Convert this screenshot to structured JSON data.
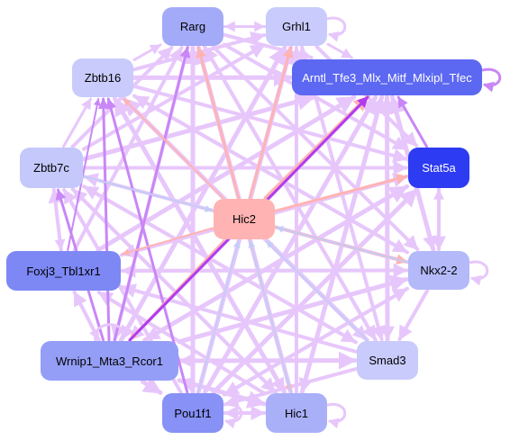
{
  "nodes": [
    {
      "id": "rarg",
      "label": "Rarg",
      "fill": "#a3aaf7",
      "text_color": "#000000"
    },
    {
      "id": "grhl1",
      "label": "Grhl1",
      "fill": "#c8cbfb",
      "text_color": "#000000"
    },
    {
      "id": "amtl",
      "label": "Arntl_Tfe3_Mlx_Mitf_Mlxipl_Tfec",
      "fill": "#5c68f2",
      "text_color": "#ffffff"
    },
    {
      "id": "zbtb16",
      "label": "Zbtb16",
      "fill": "#c8cbfb",
      "text_color": "#000000"
    },
    {
      "id": "zbtb7c",
      "label": "Zbtb7c",
      "fill": "#c5c8fb",
      "text_color": "#000000"
    },
    {
      "id": "stat5a",
      "label": "Stat5a",
      "fill": "#2d3bf2",
      "text_color": "#ffffff"
    },
    {
      "id": "hic2",
      "label": "Hic2",
      "fill": "#ffb3b3",
      "text_color": "#000000"
    },
    {
      "id": "foxj3",
      "label": "Foxj3_Tbl1xr1",
      "fill": "#7d88f5",
      "text_color": "#000000"
    },
    {
      "id": "nkx22",
      "label": "Nkx2-2",
      "fill": "#b3b9f9",
      "text_color": "#000000"
    },
    {
      "id": "wrnip1",
      "label": "Wrnip1_Mta3_Rcor1",
      "fill": "#959ef7",
      "text_color": "#000000"
    },
    {
      "id": "smad3",
      "label": "Smad3",
      "fill": "#c8cbfb",
      "text_color": "#000000"
    },
    {
      "id": "pou1f1",
      "label": "Pou1f1",
      "fill": "#8791f6",
      "text_color": "#000000"
    },
    {
      "id": "hic1",
      "label": "Hic1",
      "fill": "#a9b0f8",
      "text_color": "#000000"
    }
  ],
  "edges": [
    {
      "from": "hic2",
      "to": "rarg",
      "color": "#ffb3b3",
      "weight": 3
    },
    {
      "from": "hic2",
      "to": "grhl1",
      "color": "#ffb3b3",
      "weight": 3
    },
    {
      "from": "hic2",
      "to": "amtl",
      "color": "#ffb3b3",
      "weight": 4
    },
    {
      "from": "hic2",
      "to": "zbtb16",
      "color": "#ffb3b3",
      "weight": 2
    },
    {
      "from": "hic2",
      "to": "stat5a",
      "color": "#ffb3b3",
      "weight": 3
    },
    {
      "from": "hic2",
      "to": "nkx22",
      "color": "#ffb3b3",
      "weight": 3
    },
    {
      "from": "hic2",
      "to": "foxj3",
      "color": "#ffb3b3",
      "weight": 2
    },
    {
      "from": "hic2",
      "to": "wrnip1",
      "color": "#ffb3b3",
      "weight": 2
    },
    {
      "from": "hic2",
      "to": "hic1",
      "color": "#ffb3b3",
      "weight": 2
    },
    {
      "from": "zbtb7c",
      "to": "hic2",
      "color": "#c4cdf6",
      "weight": 2
    },
    {
      "from": "nkx22",
      "to": "hic2",
      "color": "#c4cdf6",
      "weight": 2
    },
    {
      "from": "pou1f1",
      "to": "hic2",
      "color": "#c4cdf6",
      "weight": 2
    },
    {
      "from": "hic1",
      "to": "hic2",
      "color": "#c4cdf6",
      "weight": 2
    },
    {
      "from": "smad3",
      "to": "hic2",
      "color": "#c4cdf6",
      "weight": 2
    },
    {
      "from": "wrnip1",
      "to": "amtl",
      "color": "#b23bf0",
      "weight": 3
    },
    {
      "from": "wrnip1",
      "to": "rarg",
      "color": "#c986f7",
      "weight": 3
    },
    {
      "from": "wrnip1",
      "to": "zbtb16",
      "color": "#c986f7",
      "weight": 3
    },
    {
      "from": "wrnip1",
      "to": "zbtb7c",
      "color": "#c986f7",
      "weight": 3
    },
    {
      "from": "foxj3",
      "to": "zbtb16",
      "color": "#c986f7",
      "weight": 2
    },
    {
      "from": "pou1f1",
      "to": "zbtb16",
      "color": "#c986f7",
      "weight": 3
    },
    {
      "from": "stat5a",
      "to": "amtl",
      "color": "#c986f7",
      "weight": 3
    },
    {
      "from": "wrnip1",
      "to": "grhl1",
      "color": "#e7c7fb",
      "weight": 5
    },
    {
      "from": "wrnip1",
      "to": "stat5a",
      "color": "#e7c7fb",
      "weight": 5
    },
    {
      "from": "wrnip1",
      "to": "nkx22",
      "color": "#e7c7fb",
      "weight": 5
    },
    {
      "from": "wrnip1",
      "to": "smad3",
      "color": "#e7c7fb",
      "weight": 5
    },
    {
      "from": "wrnip1",
      "to": "hic1",
      "color": "#e7c7fb",
      "weight": 5
    },
    {
      "from": "wrnip1",
      "to": "pou1f1",
      "color": "#e7c7fb",
      "weight": 5
    },
    {
      "from": "wrnip1",
      "to": "foxj3",
      "color": "#e7c7fb",
      "weight": 4
    },
    {
      "from": "pou1f1",
      "to": "amtl",
      "color": "#e7c7fb",
      "weight": 5
    },
    {
      "from": "pou1f1",
      "to": "grhl1",
      "color": "#e7c7fb",
      "weight": 5
    },
    {
      "from": "pou1f1",
      "to": "rarg",
      "color": "#e7c7fb",
      "weight": 5
    },
    {
      "from": "pou1f1",
      "to": "stat5a",
      "color": "#e7c7fb",
      "weight": 5
    },
    {
      "from": "pou1f1",
      "to": "nkx22",
      "color": "#e7c7fb",
      "weight": 4
    },
    {
      "from": "pou1f1",
      "to": "zbtb7c",
      "color": "#e7c7fb",
      "weight": 4
    },
    {
      "from": "pou1f1",
      "to": "hic1",
      "color": "#e7c7fb",
      "weight": 4
    },
    {
      "from": "hic1",
      "to": "amtl",
      "color": "#e7c7fb",
      "weight": 5
    },
    {
      "from": "hic1",
      "to": "rarg",
      "color": "#e7c7fb",
      "weight": 5
    },
    {
      "from": "hic1",
      "to": "zbtb16",
      "color": "#e7c7fb",
      "weight": 5
    },
    {
      "from": "hic1",
      "to": "zbtb7c",
      "color": "#e7c7fb",
      "weight": 4
    },
    {
      "from": "hic1",
      "to": "grhl1",
      "color": "#e7c7fb",
      "weight": 4
    },
    {
      "from": "hic1",
      "to": "foxj3",
      "color": "#e7c7fb",
      "weight": 4
    },
    {
      "from": "hic1",
      "to": "wrnip1",
      "color": "#e7c7fb",
      "weight": 4
    },
    {
      "from": "smad3",
      "to": "amtl",
      "color": "#e7c7fb",
      "weight": 5
    },
    {
      "from": "smad3",
      "to": "zbtb16",
      "color": "#e7c7fb",
      "weight": 5
    },
    {
      "from": "smad3",
      "to": "rarg",
      "color": "#e7c7fb",
      "weight": 4
    },
    {
      "from": "smad3",
      "to": "zbtb7c",
      "color": "#e7c7fb",
      "weight": 4
    },
    {
      "from": "smad3",
      "to": "foxj3",
      "color": "#e7c7fb",
      "weight": 4
    },
    {
      "from": "smad3",
      "to": "wrnip1",
      "color": "#e7c7fb",
      "weight": 4
    },
    {
      "from": "smad3",
      "to": "pou1f1",
      "color": "#e7c7fb",
      "weight": 4
    },
    {
      "from": "nkx22",
      "to": "amtl",
      "color": "#e7c7fb",
      "weight": 5
    },
    {
      "from": "nkx22",
      "to": "zbtb16",
      "color": "#e7c7fb",
      "weight": 4
    },
    {
      "from": "nkx22",
      "to": "zbtb7c",
      "color": "#e7c7fb",
      "weight": 4
    },
    {
      "from": "nkx22",
      "to": "foxj3",
      "color": "#e7c7fb",
      "weight": 4
    },
    {
      "from": "nkx22",
      "to": "pou1f1",
      "color": "#e7c7fb",
      "weight": 4
    },
    {
      "from": "nkx22",
      "to": "smad3",
      "color": "#e7c7fb",
      "weight": 4
    },
    {
      "from": "nkx22",
      "to": "stat5a",
      "color": "#e7c7fb",
      "weight": 3
    },
    {
      "from": "foxj3",
      "to": "amtl",
      "color": "#e7c7fb",
      "weight": 5
    },
    {
      "from": "foxj3",
      "to": "rarg",
      "color": "#e7c7fb",
      "weight": 4
    },
    {
      "from": "foxj3",
      "to": "stat5a",
      "color": "#e7c7fb",
      "weight": 4
    },
    {
      "from": "foxj3",
      "to": "nkx22",
      "color": "#e7c7fb",
      "weight": 4
    },
    {
      "from": "foxj3",
      "to": "zbtb7c",
      "color": "#e7c7fb",
      "weight": 4
    },
    {
      "from": "foxj3",
      "to": "wrnip1",
      "color": "#e7c7fb",
      "weight": 3
    },
    {
      "from": "zbtb7c",
      "to": "amtl",
      "color": "#e7c7fb",
      "weight": 5
    },
    {
      "from": "zbtb7c",
      "to": "rarg",
      "color": "#e7c7fb",
      "weight": 4
    },
    {
      "from": "zbtb7c",
      "to": "grhl1",
      "color": "#e7c7fb",
      "weight": 4
    },
    {
      "from": "zbtb7c",
      "to": "stat5a",
      "color": "#e7c7fb",
      "weight": 4
    },
    {
      "from": "zbtb7c",
      "to": "smad3",
      "color": "#e7c7fb",
      "weight": 4
    },
    {
      "from": "zbtb7c",
      "to": "hic1",
      "color": "#e7c7fb",
      "weight": 4
    },
    {
      "from": "zbtb7c",
      "to": "zbtb16",
      "color": "#e7c7fb",
      "weight": 3
    },
    {
      "from": "zbtb7c",
      "to": "foxj3",
      "color": "#e7c7fb",
      "weight": 3
    },
    {
      "from": "zbtb16",
      "to": "amtl",
      "color": "#e7c7fb",
      "weight": 5
    },
    {
      "from": "zbtb16",
      "to": "grhl1",
      "color": "#e7c7fb",
      "weight": 4
    },
    {
      "from": "zbtb16",
      "to": "stat5a",
      "color": "#e7c7fb",
      "weight": 4
    },
    {
      "from": "zbtb16",
      "to": "nkx22",
      "color": "#e7c7fb",
      "weight": 4
    },
    {
      "from": "zbtb16",
      "to": "smad3",
      "color": "#e7c7fb",
      "weight": 4
    },
    {
      "from": "zbtb16",
      "to": "hic1",
      "color": "#e7c7fb",
      "weight": 4
    },
    {
      "from": "zbtb16",
      "to": "rarg",
      "color": "#e7c7fb",
      "weight": 3
    },
    {
      "from": "rarg",
      "to": "amtl",
      "color": "#e7c7fb",
      "weight": 4
    },
    {
      "from": "rarg",
      "to": "stat5a",
      "color": "#e7c7fb",
      "weight": 4
    },
    {
      "from": "rarg",
      "to": "nkx22",
      "color": "#e7c7fb",
      "weight": 4
    },
    {
      "from": "rarg",
      "to": "smad3",
      "color": "#e7c7fb",
      "weight": 4
    },
    {
      "from": "rarg",
      "to": "wrnip1",
      "color": "#e7c7fb",
      "weight": 4
    },
    {
      "from": "rarg",
      "to": "grhl1",
      "color": "#e7c7fb",
      "weight": 3
    },
    {
      "from": "grhl1",
      "to": "rarg",
      "color": "#e7c7fb",
      "weight": 3
    },
    {
      "from": "grhl1",
      "to": "amtl",
      "color": "#e7c7fb",
      "weight": 3
    },
    {
      "from": "grhl1",
      "to": "stat5a",
      "color": "#e7c7fb",
      "weight": 4
    },
    {
      "from": "grhl1",
      "to": "smad3",
      "color": "#e7c7fb",
      "weight": 4
    },
    {
      "from": "grhl1",
      "to": "wrnip1",
      "color": "#e7c7fb",
      "weight": 4
    },
    {
      "from": "amtl",
      "to": "nkx22",
      "color": "#e7c7fb",
      "weight": 4
    },
    {
      "from": "amtl",
      "to": "smad3",
      "color": "#e7c7fb",
      "weight": 4
    },
    {
      "from": "amtl",
      "to": "hic1",
      "color": "#e7c7fb",
      "weight": 4
    },
    {
      "from": "amtl",
      "to": "wrnip1",
      "color": "#e7c7fb",
      "weight": 4
    },
    {
      "from": "stat5a",
      "to": "nkx22",
      "color": "#e7c7fb",
      "weight": 4
    },
    {
      "from": "stat5a",
      "to": "foxj3",
      "color": "#e7c7fb",
      "weight": 4
    },
    {
      "from": "stat5a",
      "to": "wrnip1",
      "color": "#e7c7fb",
      "weight": 4
    },
    {
      "from": "hic1",
      "to": "pou1f1",
      "color": "#e7c7fb",
      "weight": 4
    }
  ],
  "self_loops": [
    {
      "node": "grhl1",
      "side": "right",
      "color": "#e7c7fb"
    },
    {
      "node": "amtl",
      "side": "right",
      "color": "#c986f7"
    },
    {
      "node": "nkx22",
      "side": "right",
      "color": "#e7c7fb"
    },
    {
      "node": "hic1",
      "side": "right",
      "color": "#e7c7fb"
    },
    {
      "node": "pou1f1",
      "side": "right",
      "color": "#e7c7fb"
    },
    {
      "node": "wrnip1",
      "side": "top",
      "color": "#e7c7fb"
    }
  ]
}
